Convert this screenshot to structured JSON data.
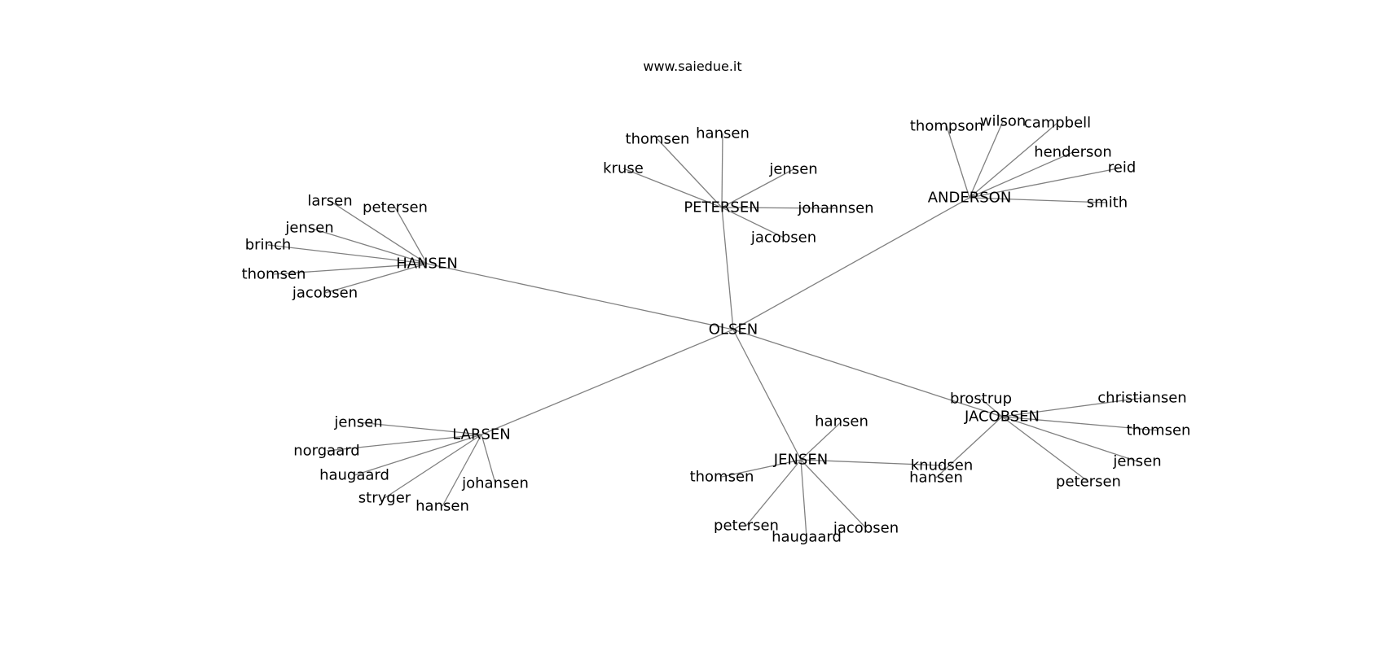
{
  "header": {
    "site": "www.saiedue.it"
  },
  "graph": {
    "root": "OLSEN",
    "hubs": [
      {
        "id": "hansen_hub",
        "label": "HANSEN",
        "leaves": [
          "larsen",
          "petersen",
          "jensen",
          "brinch",
          "thomsen",
          "jacobsen"
        ]
      },
      {
        "id": "petersen_hub",
        "label": "PETERSEN",
        "leaves": [
          "thomsen",
          "hansen",
          "kruse",
          "jensen",
          "johannsen",
          "jacobsen"
        ]
      },
      {
        "id": "anderson_hub",
        "label": "ANDERSON",
        "leaves": [
          "thompson",
          "wilson",
          "campbell",
          "henderson",
          "reid",
          "smith"
        ]
      },
      {
        "id": "larsen_hub",
        "label": "LARSEN",
        "leaves": [
          "jensen",
          "norgaard",
          "haugaard",
          "stryger",
          "hansen",
          "johansen"
        ]
      },
      {
        "id": "jensen_hub",
        "label": "JENSEN",
        "leaves": [
          "hansen",
          "thomsen",
          "petersen",
          "haugaard",
          "jacobsen",
          "knudsen"
        ]
      },
      {
        "id": "jacobsen_hub",
        "label": "JACOBSEN",
        "leaves": [
          "brostrup",
          "christiansen",
          "thomsen",
          "jensen",
          "petersen",
          "hansen"
        ]
      }
    ]
  }
}
